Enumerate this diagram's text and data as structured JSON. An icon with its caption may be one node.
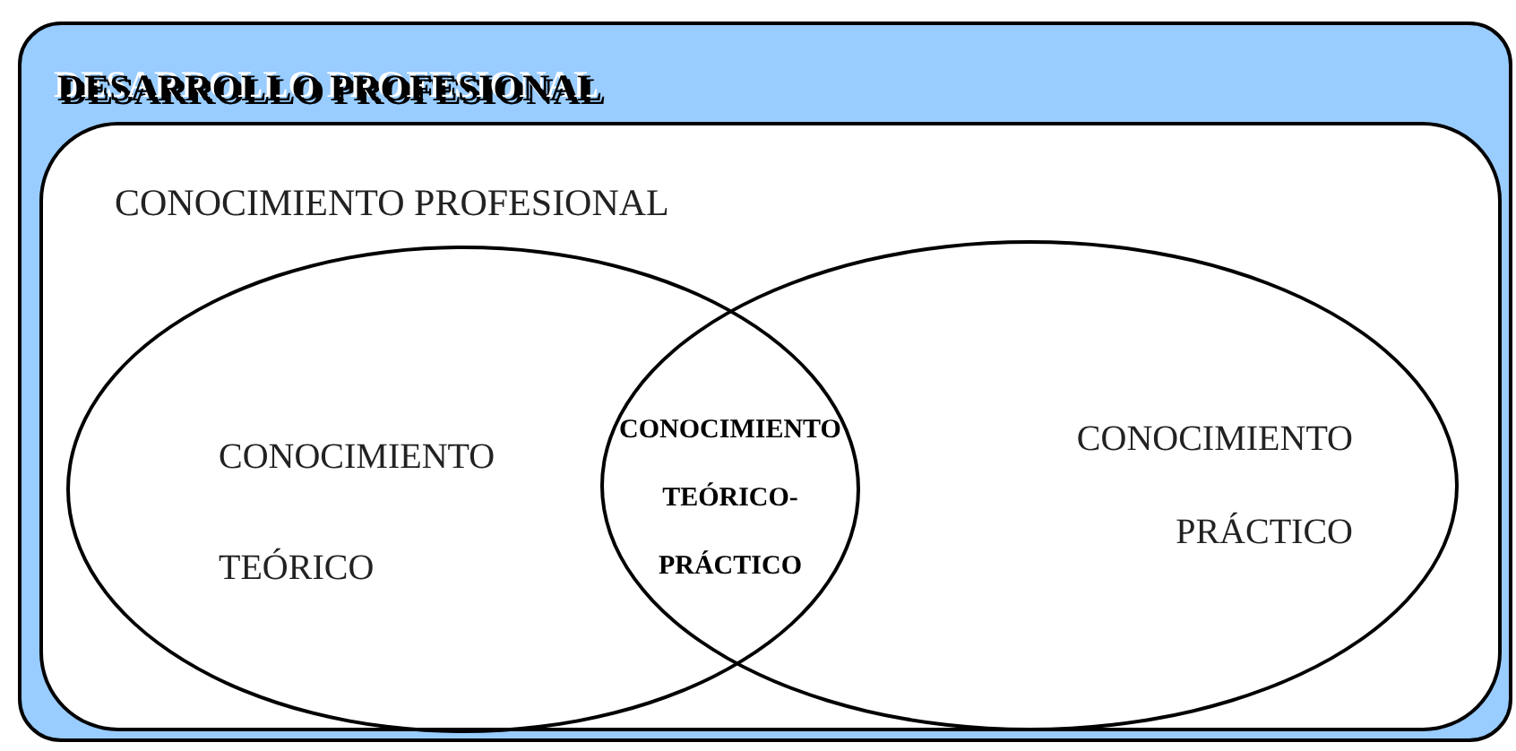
{
  "diagram": {
    "nodes": [
      {
        "text": [
          "DESARROLLO PROFESIONAL"
        ]
      },
      {
        "text": [
          "CONOCIMIENTO PROFESIONAL"
        ],
        "in": 0
      },
      {
        "text": [
          "CONOCIMIENTO TEÓRICO"
        ],
        "in": 1
      },
      {
        "text": [
          "CONOCIMIENTO PRÁCTICO"
        ],
        "in": 1
      },
      {
        "text": [
          "CONOCIMIENTO TEÓRICO-PRÁCTICO"
        ]
      }
    ]
  }
}
